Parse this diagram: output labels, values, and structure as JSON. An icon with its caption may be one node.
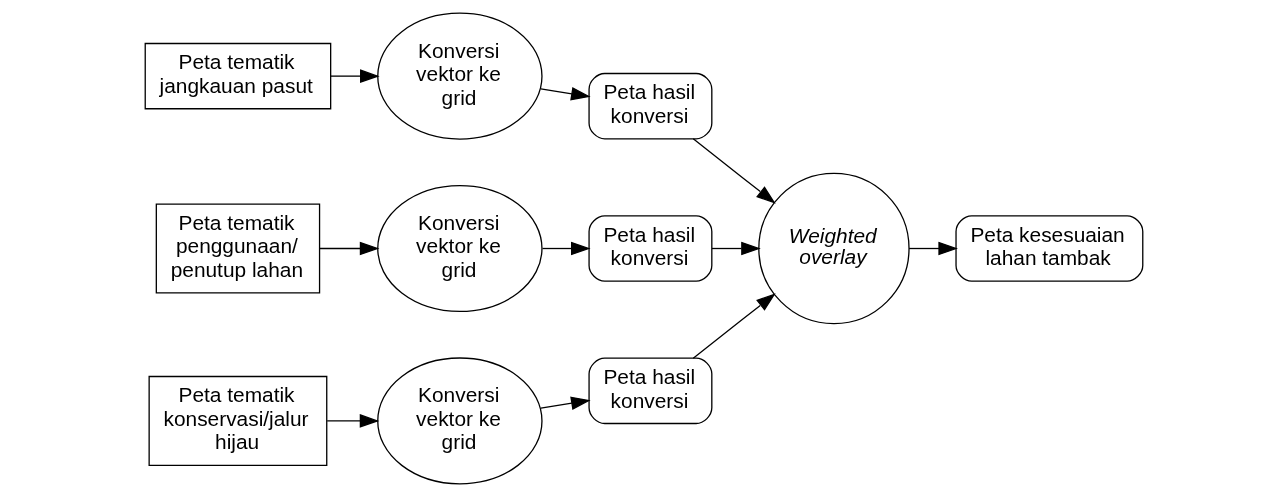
{
  "diagram": {
    "nodes": [
      {
        "text": [
          "Peta tematik jangkauan pasut"
        ]
      },
      {
        "text": [
          "Konversi vektor ke grid"
        ]
      },
      {
        "text": [
          "Peta hasil konversi"
        ]
      },
      {
        "text": [
          "Peta tematik penggunaan/ penutup lahan"
        ]
      },
      {
        "text": [
          "Konversi vektor ke grid"
        ]
      },
      {
        "text": [
          "Peta hasil konversi"
        ]
      },
      {
        "text": [
          "Peta tematik konservasi/jalur hijau"
        ]
      },
      {
        "text": [
          "Konversi vektor ke grid"
        ]
      },
      {
        "text": [
          "Peta hasil konversi"
        ]
      },
      {
        "text": [
          "Weighted overlay"
        ]
      },
      {
        "text": [
          "Peta kesesuaian lahan tambak"
        ]
      }
    ],
    "edges": [
      {
        "from": 0,
        "to": 1,
        "arrow": "to"
      },
      {
        "from": 1,
        "to": 2,
        "arrow": "to"
      },
      {
        "from": 2,
        "to": 9,
        "arrow": "to"
      },
      {
        "from": 3,
        "to": 4,
        "arrow": "to"
      },
      {
        "from": 4,
        "to": 5,
        "arrow": "to"
      },
      {
        "from": 5,
        "to": 9,
        "arrow": "to"
      },
      {
        "from": 6,
        "to": 7,
        "arrow": "to"
      },
      {
        "from": 7,
        "to": 8,
        "arrow": "to"
      },
      {
        "from": 8,
        "to": 9,
        "arrow": "to"
      },
      {
        "from": 9,
        "to": 10,
        "arrow": "to"
      }
    ]
  }
}
